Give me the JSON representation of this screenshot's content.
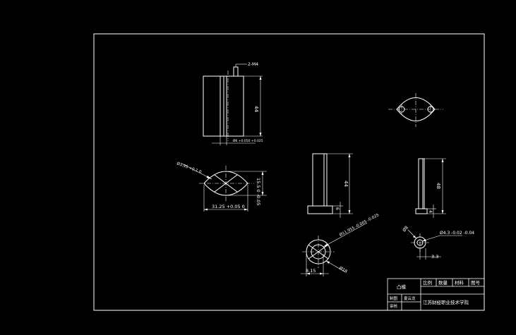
{
  "dimensions": {
    "thread_callout": "2-M4",
    "front_height": "44",
    "front_slot_width": "Ø6 +0.050 +0.025",
    "side_height": "44",
    "side_base": "6",
    "right_height": "48",
    "right_base": "4",
    "ellipse_dia": "Ø3.95 +0.1 0",
    "ellipse_height": "15.5 0 -0.05",
    "ellipse_width": "31.25 +0.05 0",
    "bore_dia": "Ø11.955 -0.005 -0.025",
    "outer_dia": "Ø18",
    "offset": "8.15",
    "small_dia": "Ø4.3 -0.02 -0.04",
    "small_outer": "Ø8",
    "small_offset": "3.3"
  },
  "title_block": {
    "part_name": "凸模",
    "h_scale": "比例",
    "h_qty": "数量",
    "h_material": "材料",
    "h_drawing_no": "图号",
    "drawn_label": "制图",
    "drawn_name": "夏云龙",
    "review_label": "审核",
    "school": "江苏财经职业技术学院"
  },
  "colors": {
    "background": "#000000",
    "lines": "#ffffff"
  }
}
